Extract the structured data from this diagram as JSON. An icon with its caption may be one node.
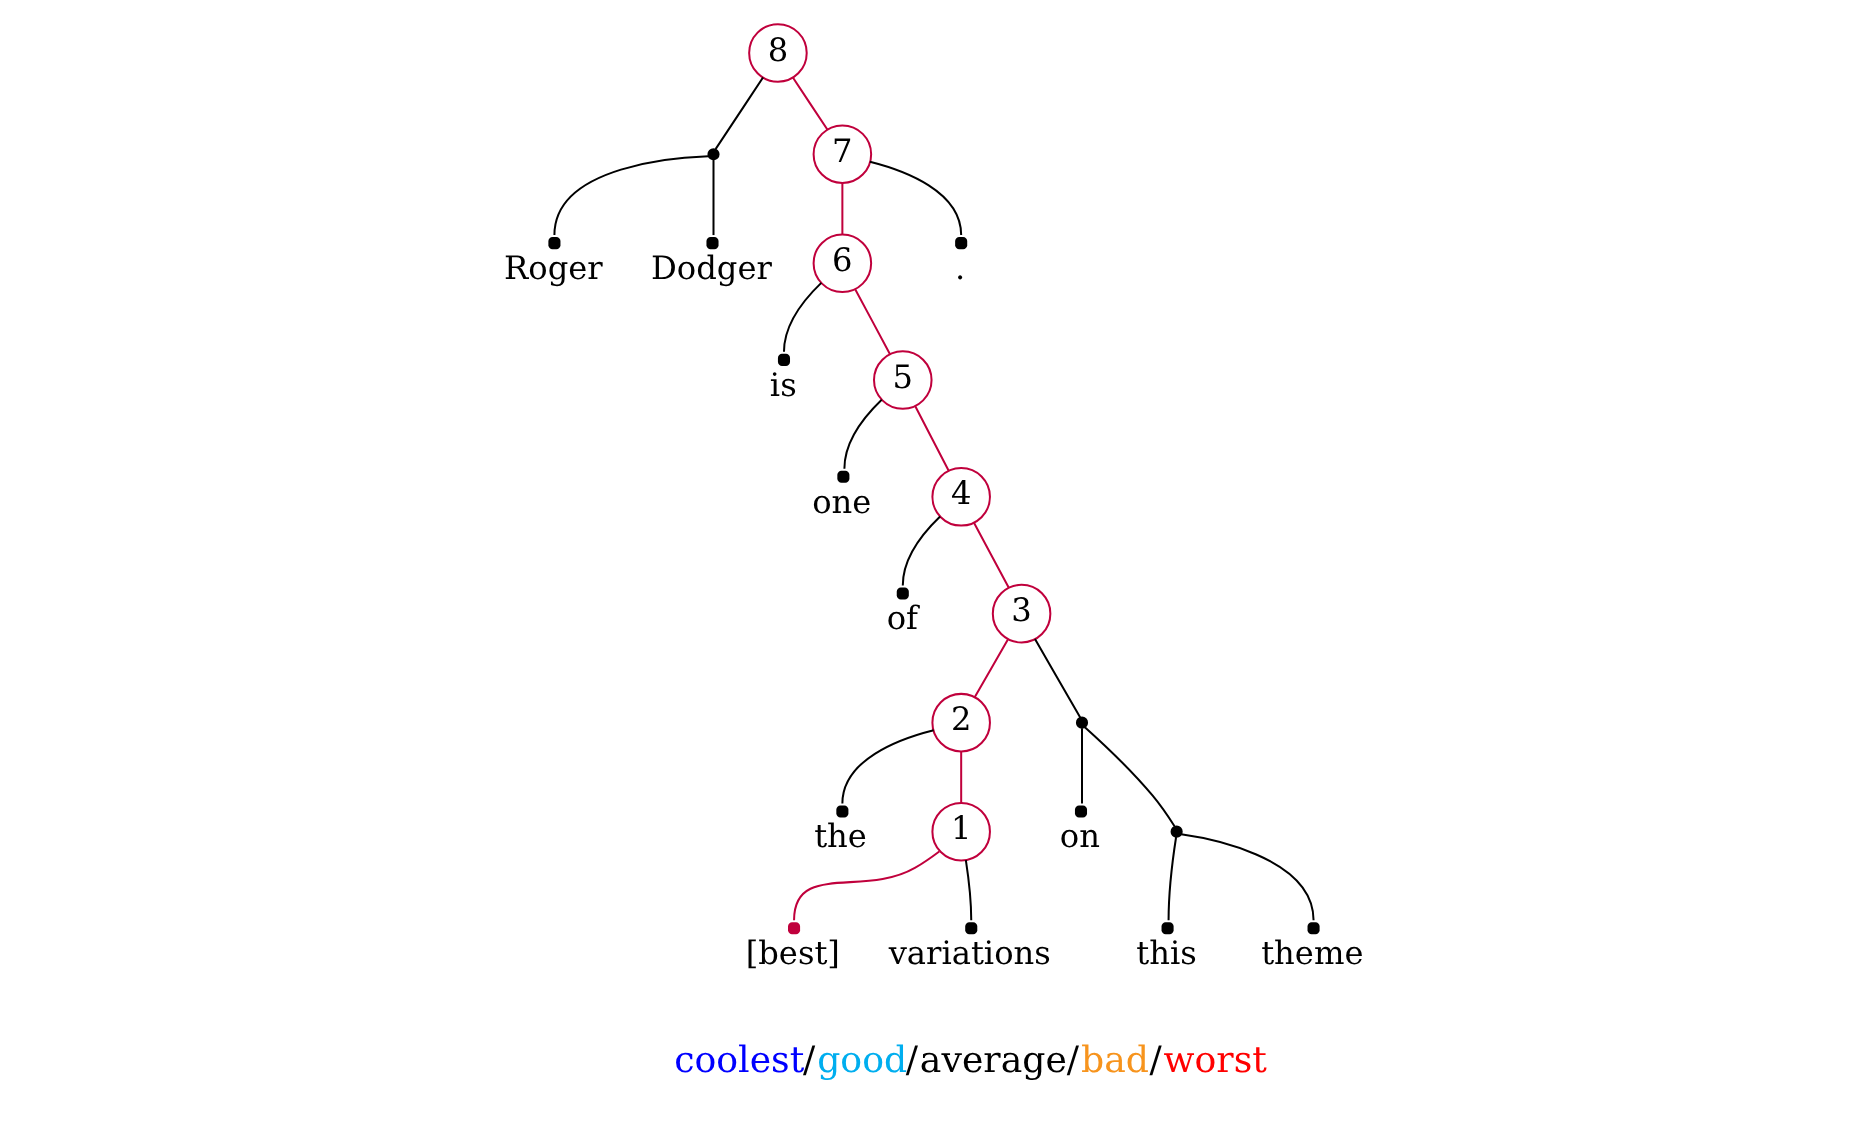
{
  "diagram": {
    "nodes": [
      {
        "text": [
          "8"
        ]
      },
      {
        "text": [],
        "shape": "dot"
      },
      {
        "text": [
          "7"
        ]
      },
      {
        "text": [],
        "shape": "dot",
        "beside": [
          "Roger"
        ]
      },
      {
        "text": [],
        "shape": "dot",
        "beside": [
          "Dodger"
        ]
      },
      {
        "text": [
          "6"
        ]
      },
      {
        "text": [],
        "shape": "dot",
        "beside": [
          "."
        ]
      },
      {
        "text": [],
        "shape": "dot",
        "beside": [
          "is"
        ]
      },
      {
        "text": [
          "5"
        ]
      },
      {
        "text": [],
        "shape": "dot",
        "beside": [
          "one"
        ]
      },
      {
        "text": [
          "4"
        ]
      },
      {
        "text": [],
        "shape": "dot",
        "beside": [
          "of"
        ]
      },
      {
        "text": [
          "3"
        ]
      },
      {
        "text": [
          "2"
        ]
      },
      {
        "text": [],
        "shape": "dot"
      },
      {
        "text": [],
        "shape": "dot",
        "beside": [
          "the"
        ]
      },
      {
        "text": [
          "1"
        ]
      },
      {
        "text": [],
        "shape": "dot",
        "beside": [
          "on"
        ]
      },
      {
        "text": [],
        "shape": "dot"
      },
      {
        "text": [],
        "shape": "dot",
        "beside": [
          "[best]"
        ]
      },
      {
        "text": [],
        "shape": "dot",
        "beside": [
          "variations"
        ]
      },
      {
        "text": [],
        "shape": "dot",
        "beside": [
          "this"
        ]
      },
      {
        "text": [],
        "shape": "dot",
        "beside": [
          "theme"
        ]
      }
    ],
    "edges": [
      {
        "from": 0,
        "to": 1,
        "arrow": "none"
      },
      {
        "from": 0,
        "to": 2,
        "arrow": "none",
        "color": "#c0003c"
      },
      {
        "from": 1,
        "to": 3,
        "arrow": "none"
      },
      {
        "from": 1,
        "to": 4,
        "arrow": "none"
      },
      {
        "from": 2,
        "to": 5,
        "arrow": "none",
        "color": "#c0003c"
      },
      {
        "from": 2,
        "to": 6,
        "arrow": "none"
      },
      {
        "from": 5,
        "to": 7,
        "arrow": "none"
      },
      {
        "from": 5,
        "to": 8,
        "arrow": "none",
        "color": "#c0003c"
      },
      {
        "from": 8,
        "to": 9,
        "arrow": "none"
      },
      {
        "from": 8,
        "to": 10,
        "arrow": "none",
        "color": "#c0003c"
      },
      {
        "from": 10,
        "to": 11,
        "arrow": "none"
      },
      {
        "from": 10,
        "to": 12,
        "arrow": "none",
        "color": "#c0003c"
      },
      {
        "from": 12,
        "to": 13,
        "arrow": "none",
        "color": "#c0003c"
      },
      {
        "from": 12,
        "to": 14,
        "arrow": "none"
      },
      {
        "from": 13,
        "to": 15,
        "arrow": "none"
      },
      {
        "from": 13,
        "to": 16,
        "arrow": "none",
        "color": "#c0003c"
      },
      {
        "from": 14,
        "to": 17,
        "arrow": "none"
      },
      {
        "from": 14,
        "to": 18,
        "arrow": "none"
      },
      {
        "from": 16,
        "to": 19,
        "arrow": "none",
        "color": "#c0003c"
      },
      {
        "from": 16,
        "to": 20,
        "arrow": "none"
      },
      {
        "from": 18,
        "to": 21,
        "arrow": "none"
      },
      {
        "from": 18,
        "to": 22,
        "arrow": "none"
      }
    ],
    "labels": [
      "/",
      "/",
      "/",
      "/"
    ],
    "legend": [
      {
        "text": "coolest",
        "color": "#0000ff"
      },
      {
        "text": "good",
        "color": "#00aeef"
      },
      {
        "text": "average",
        "color": "#000000"
      },
      {
        "text": "bad",
        "color": "#f7941d"
      },
      {
        "text": "worst",
        "color": "#ff0000"
      }
    ]
  }
}
